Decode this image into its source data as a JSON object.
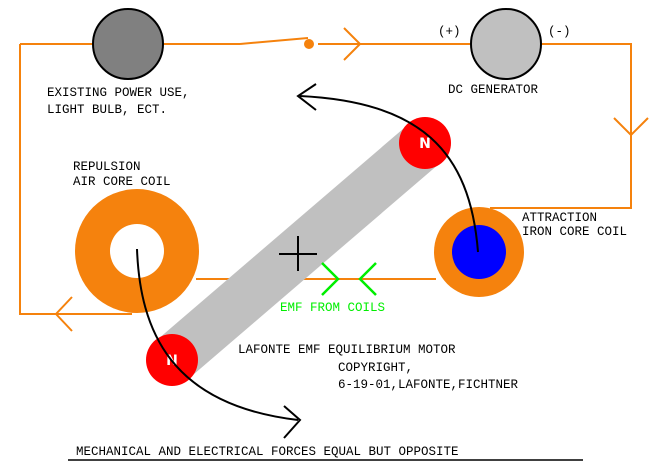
{
  "colors": {
    "wire": "#f5820d",
    "rotor": "#c0c0c0",
    "magnet": "#ff0000",
    "iron_core": "#0000ff",
    "bulb": "#808080",
    "generator": "#c0c0c0",
    "emf": "#00ee00",
    "arc": "#000000"
  },
  "labels": {
    "existing_line1": "EXISTING POWER USE,",
    "existing_line2": "LIGHT BULB, ECT.",
    "dc_generator": "DC GENERATOR",
    "plus": "(+)",
    "minus": "(-)",
    "repulsion_line1": "REPULSION",
    "repulsion_line2": "AIR CORE COIL",
    "attraction_line1": "ATTRACTION",
    "attraction_line2": "IRON CORE COIL",
    "emf_from_coils": "EMF FROM COILS",
    "motor_title": "LAFONTE EMF EQUILIBRIUM MOTOR",
    "copyright_line1": "COPYRIGHT,",
    "copyright_line2": "6-19-01,LAFONTE,FICHTNER",
    "footer": "MECHANICAL AND ELECTRICAL FORCES EQUAL BUT OPPOSITE",
    "pole_top": "N",
    "pole_bottom": "N"
  }
}
